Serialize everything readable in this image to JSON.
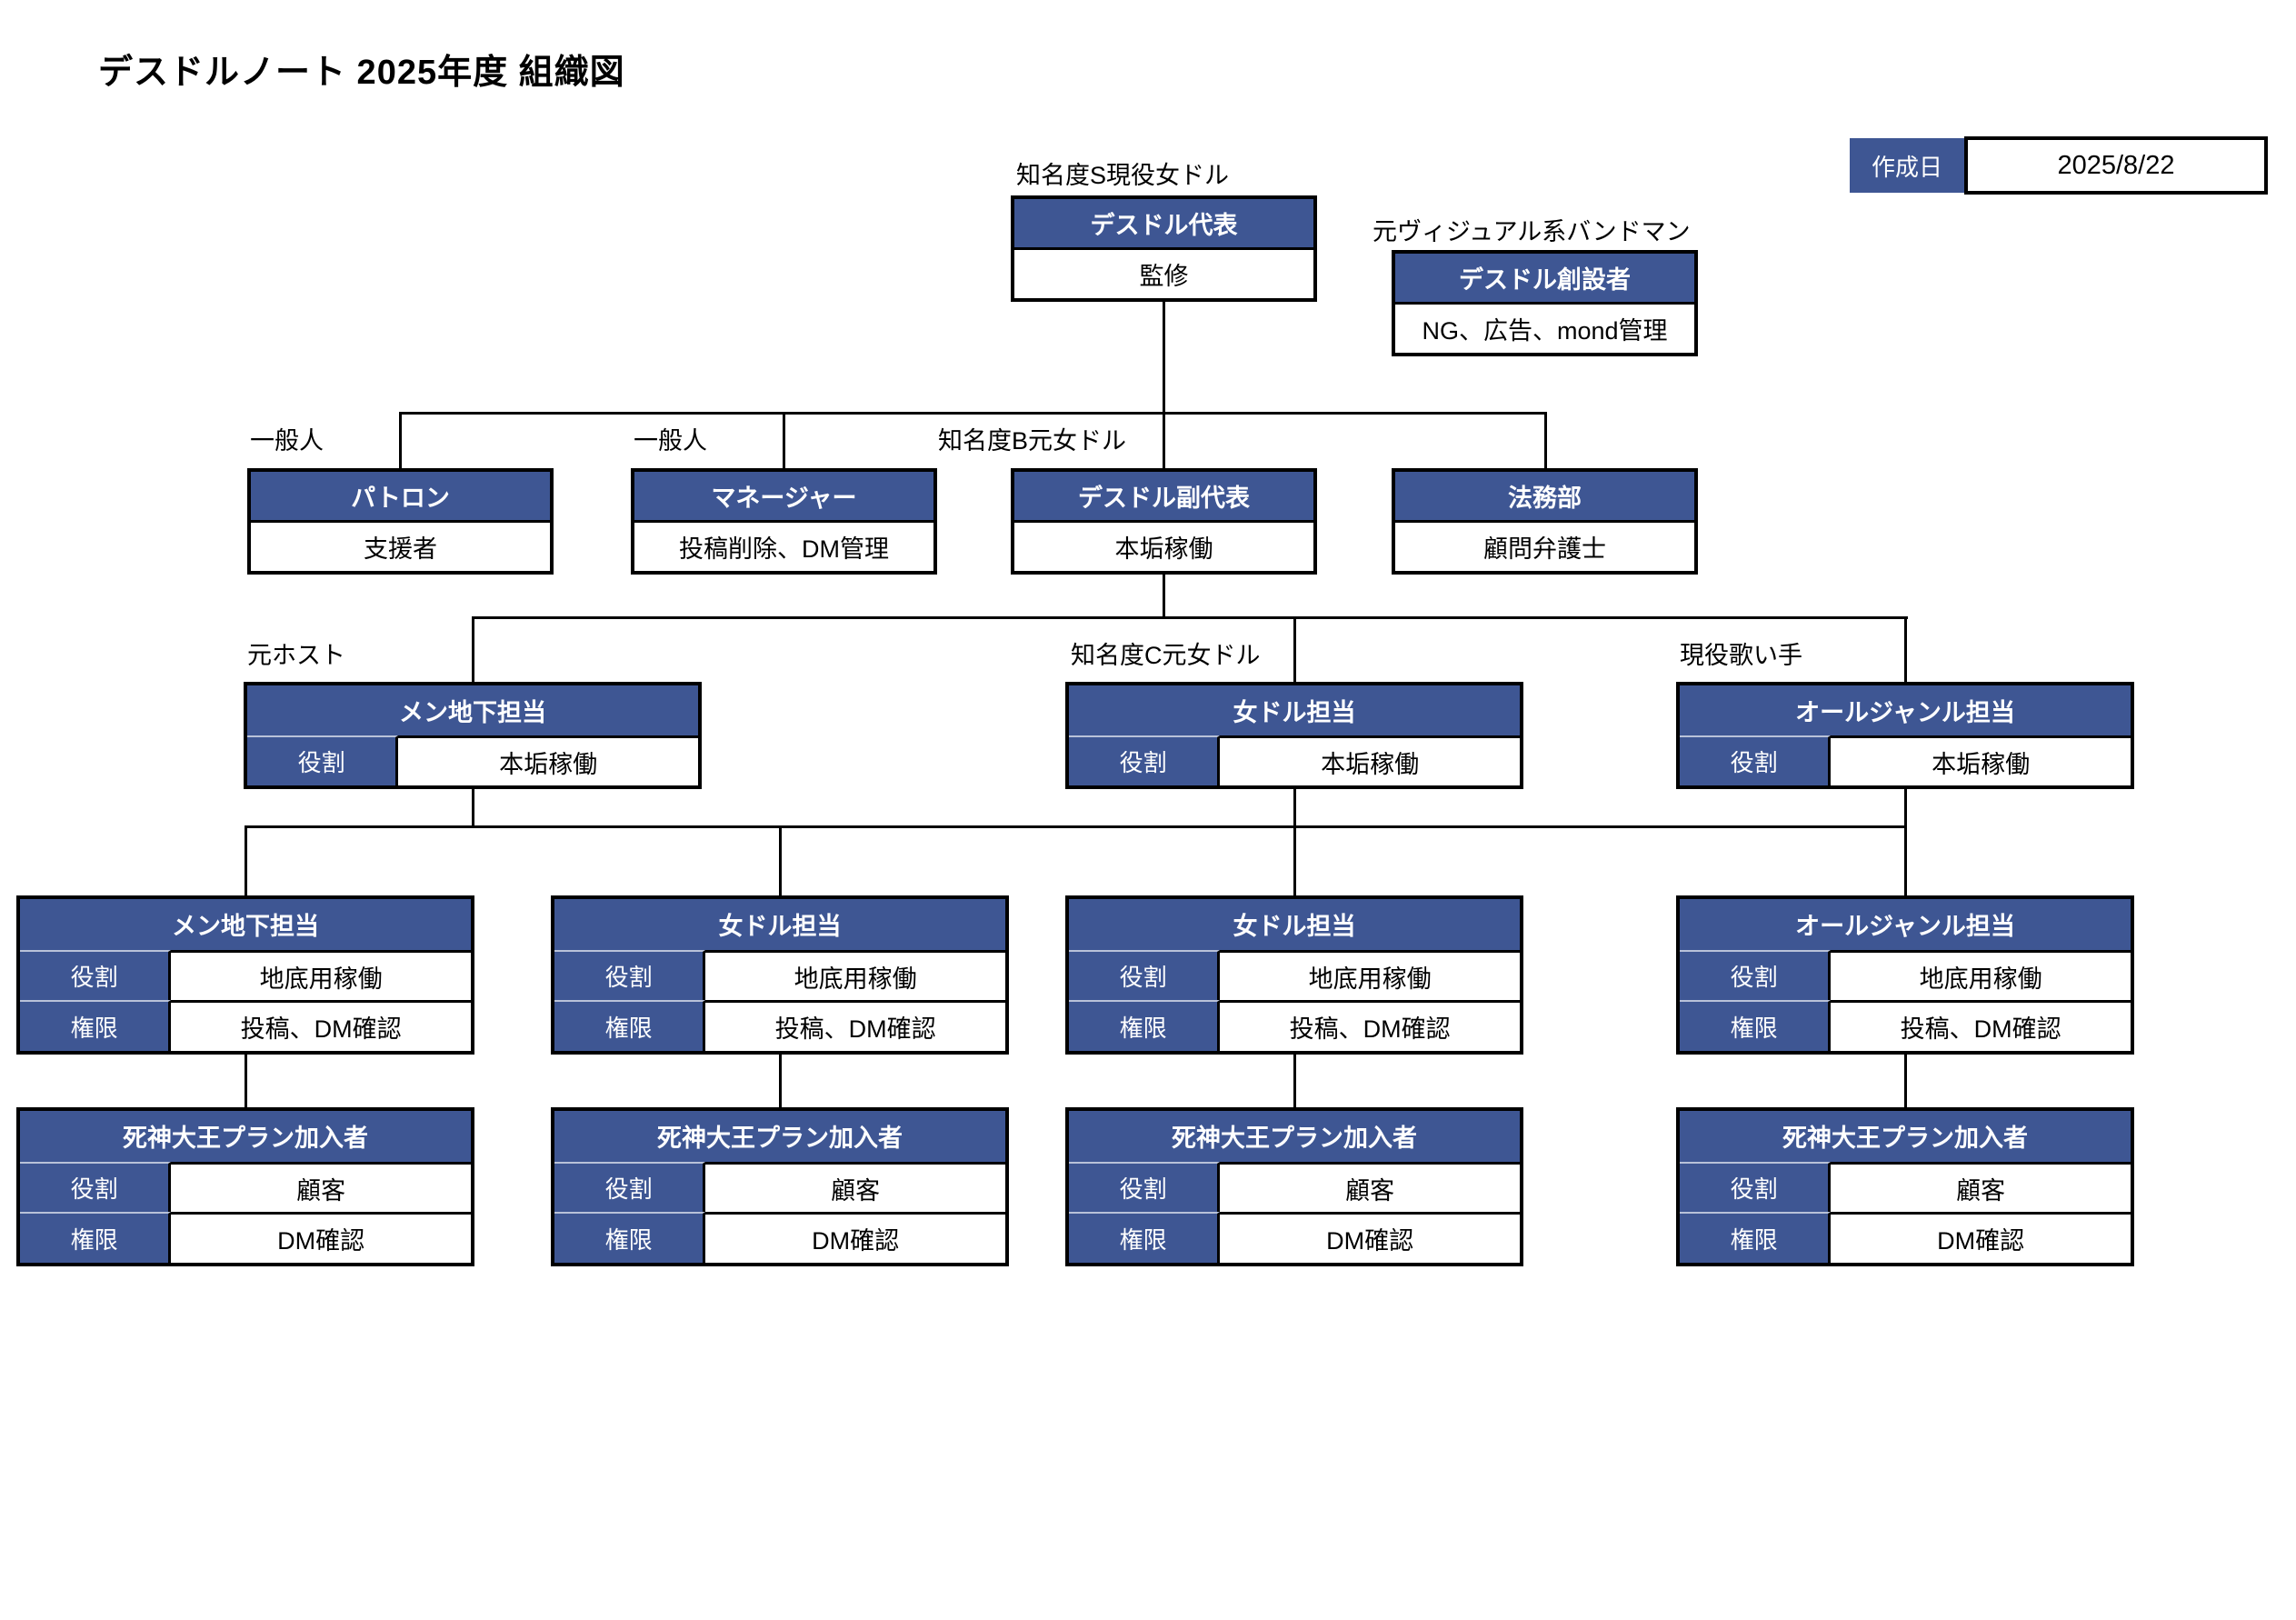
{
  "title": "デスドルノート 2025年度 組織図",
  "created": {
    "label": "作成日",
    "value": "2025/8/22"
  },
  "colors": {
    "header_blue": "#3E5693",
    "line_black": "#000000"
  },
  "org": {
    "representative": {
      "tag": "知名度S現役女ドル",
      "title": "デスドル代表",
      "body": "監修"
    },
    "founder": {
      "tag": "元ヴィジュアル系バンドマン",
      "title": "デスドル創設者",
      "body": "NG、広告、mond管理"
    },
    "patron": {
      "tag": "一般人",
      "title": "パトロン",
      "body": "支援者"
    },
    "manager": {
      "tag": "一般人",
      "title": "マネージャー",
      "body": "投稿削除、DM管理"
    },
    "vice_representative": {
      "tag": "知名度B元女ドル",
      "title": "デスドル副代表",
      "body": "本垢稼働"
    },
    "legal": {
      "title": "法務部",
      "body": "顧問弁護士"
    },
    "leads": [
      {
        "tag": "元ホスト",
        "title": "メン地下担当",
        "role_label": "役割",
        "role": "本垢稼働"
      },
      {
        "tag": "知名度C元女ドル",
        "title": "女ドル担当",
        "role_label": "役割",
        "role": "本垢稼働"
      },
      {
        "tag": "現役歌い手",
        "title": "オールジャンル担当",
        "role_label": "役割",
        "role": "本垢稼働"
      }
    ],
    "sub_accounts": [
      {
        "title": "メン地下担当",
        "role_label": "役割",
        "role": "地底用稼働",
        "perm_label": "権限",
        "perm": "投稿、DM確認"
      },
      {
        "title": "女ドル担当",
        "role_label": "役割",
        "role": "地底用稼働",
        "perm_label": "権限",
        "perm": "投稿、DM確認"
      },
      {
        "title": "女ドル担当",
        "role_label": "役割",
        "role": "地底用稼働",
        "perm_label": "権限",
        "perm": "投稿、DM確認"
      },
      {
        "title": "オールジャンル担当",
        "role_label": "役割",
        "role": "地底用稼働",
        "perm_label": "権限",
        "perm": "投稿、DM確認"
      }
    ],
    "plan_members": [
      {
        "title": "死神大王プラン加入者",
        "role_label": "役割",
        "role": "顧客",
        "perm_label": "権限",
        "perm": "DM確認"
      },
      {
        "title": "死神大王プラン加入者",
        "role_label": "役割",
        "role": "顧客",
        "perm_label": "権限",
        "perm": "DM確認"
      },
      {
        "title": "死神大王プラン加入者",
        "role_label": "役割",
        "role": "顧客",
        "perm_label": "権限",
        "perm": "DM確認"
      },
      {
        "title": "死神大王プラン加入者",
        "role_label": "役割",
        "role": "顧客",
        "perm_label": "権限",
        "perm": "DM確認"
      }
    ]
  }
}
